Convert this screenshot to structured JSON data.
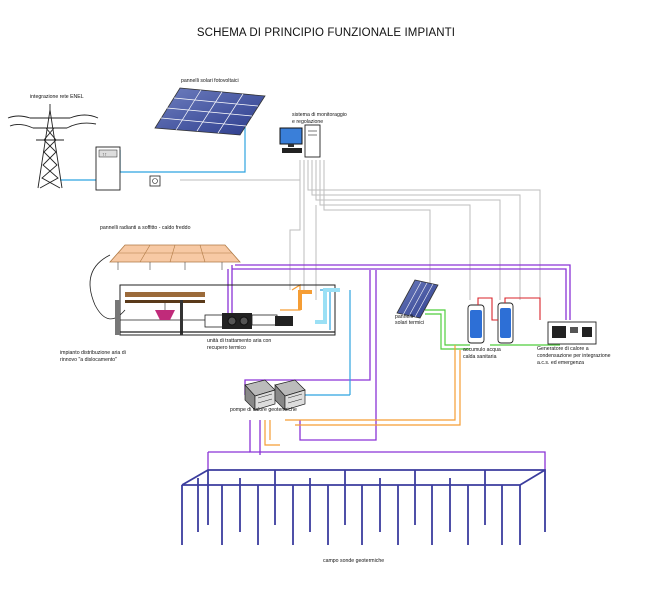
{
  "title": "SCHEMA DI PRINCIPIO FUNZIONALE IMPIANTI",
  "labels": {
    "grid": "integrazione rete ENEL",
    "pv": "pannelli solari fotovoltaici",
    "monitor1": "sistema di monitoraggio",
    "monitor2": "e regolazione",
    "radiant": "pannelli radianti a soffitto - caldo freddo",
    "ahu1": "unità di trattamento aria con",
    "ahu2": "recupero termico",
    "dist1": "impianto distribuzione aria di",
    "dist2": "rinnovo \"a dislocamento\"",
    "thermal1": "pannelli",
    "thermal2": "solari termici",
    "tank1": "accumulo acqua",
    "tank2": "calda sanitaria",
    "gen1": "Generatore di calore a",
    "gen2": "condensazione per integrazione",
    "gen3": "a.c.s. ed emergenza",
    "heatpumps": "pompe di calore geotermiche",
    "probes": "campo sonde geotermiche"
  },
  "colors": {
    "purple": "#8a33d6",
    "blue": "#2ea3e0",
    "green": "#4fce3c",
    "orange": "#f59d34",
    "gray": "#b9b9b9",
    "red": "#d8232a",
    "probe": "#3b3d9e"
  }
}
